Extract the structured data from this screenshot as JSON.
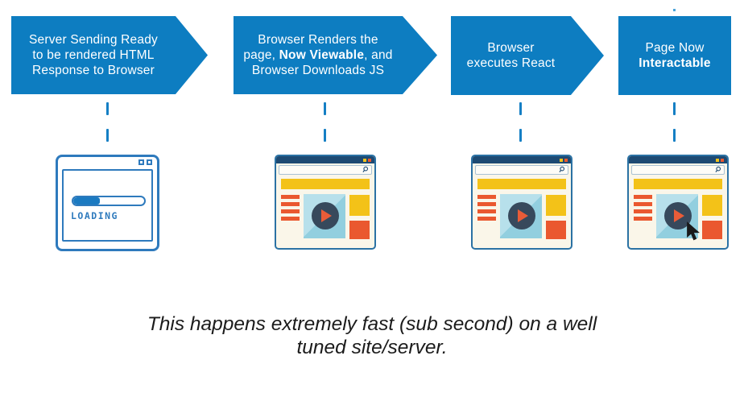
{
  "diagram_title": "SSR page load flow",
  "colors": {
    "step_blue": "#0d7dc1",
    "connector_blue": "#157fc4",
    "sketch_blue": "#2e7abd",
    "window_border": "#2b72a4",
    "titlebar_navy": "#1d4a73",
    "body_cream": "#faf6e9",
    "accent_yellow": "#f3c218",
    "accent_orange": "#ea582f",
    "video_light_blue": "#b7e0eb",
    "video_dark_blue": "#92cfdf",
    "play_circle_navy": "#37495c",
    "play_triangle": "#e95c38",
    "caption_text": "#1b1b1b",
    "step_text": "#ffffff"
  },
  "steps": [
    {
      "shape": "arrow",
      "lines": [
        [
          {
            "t": "Server Sending Ready",
            "b": false
          }
        ],
        [
          {
            "t": "to be rendered HTML",
            "b": false
          }
        ],
        [
          {
            "t": "Response to Browser",
            "b": false
          }
        ]
      ]
    },
    {
      "shape": "arrow",
      "lines": [
        [
          {
            "t": "Browser Renders the",
            "b": false
          }
        ],
        [
          {
            "t": "page, ",
            "b": false
          },
          {
            "t": "Now Viewable",
            "b": true
          },
          {
            "t": ", and",
            "b": false
          }
        ],
        [
          {
            "t": "Browser Downloads JS",
            "b": false
          }
        ]
      ]
    },
    {
      "shape": "arrow",
      "lines": [
        [
          {
            "t": "Browser",
            "b": false
          }
        ],
        [
          {
            "t": "executes React",
            "b": false
          }
        ]
      ]
    },
    {
      "shape": "box",
      "lines": [
        [
          {
            "t": "Page Now",
            "b": false
          }
        ],
        [
          {
            "t": "Interactable",
            "b": true
          }
        ]
      ]
    }
  ],
  "loading_window": {
    "label": "LOADING",
    "progress_percent": 38
  },
  "browser_windows": {
    "count": 3,
    "stripe_count": 4,
    "has_cursor_on_last": true
  },
  "icons": {
    "search": "magnifier",
    "play": "right-pointing triangle",
    "cursor": "arrow pointer",
    "window_buttons": [
      "yellow-square",
      "orange-square"
    ],
    "sketch_window_buttons": [
      "outlined-square",
      "outlined-square"
    ]
  },
  "caption": {
    "line1": "This happens extremely fast (sub second) on a well",
    "line2": "tuned site/server."
  }
}
